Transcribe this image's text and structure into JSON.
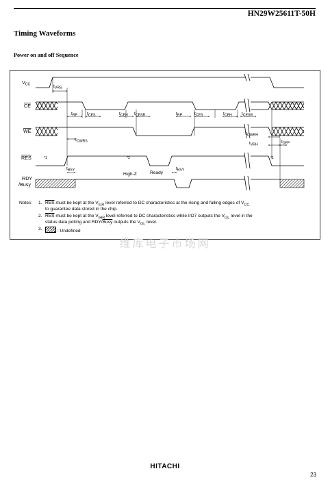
{
  "header": {
    "doc_id": "HN29W25611T-50H"
  },
  "section_title": "Timing Waveforms",
  "subsection_title": "Power on and off Sequence",
  "diagram": {
    "signals": {
      "vcc": "V",
      "vcc_sub": "CC",
      "ce": "CE",
      "we": "WE",
      "res": "RES",
      "rdy_line1": "RDY",
      "rdy_line2": "/Busy"
    },
    "timings": {
      "t_vrs_sub": "VRS",
      "t_rp_1_sub": "RP",
      "t_ces_1_sub": "CES",
      "t_ceh_1_sub": "CEH",
      "t_cesr_1_sub": "CESR",
      "t_rp_2_sub": "RP",
      "t_ces_2_sub": "CES",
      "t_ceh_2_sub": "CEH",
      "t_cesr_2_sub": "CESR",
      "t_cwrs_sub": "CWRS",
      "t_cwrh_sub": "CWRH",
      "t_vrh_sub": "VRH",
      "t_dfp_sub": "DFP",
      "t_bsy_1_sub": "BSY",
      "t_bsy_2_sub": "BSY",
      "t": "t"
    },
    "labels": {
      "note1_a": "*1",
      "note2": "*2",
      "note1_b": "*1",
      "high_z": "High-Z",
      "ready": "Ready"
    }
  },
  "notes": {
    "heading": "Notes:",
    "n1_num": "1.",
    "n1_a": "RES",
    "n1_b": " must be kept at the V",
    "n1_sub1": "ILR",
    "n1_c": " level referred to DC characteristics at the rising and falling edges of  V",
    "n1_sub2": "CC",
    "n1_line2": "to guarantee data stored in the chip.",
    "n2_num": "2.",
    "n2_a": "RES",
    "n2_b": " must be kept at the V",
    "n2_sub1": "IHR",
    "n2_c": " level referred to DC characteristics while I/O7 outputs the V",
    "n2_sub2": "OL",
    "n2_d": " level in the",
    "n2_line2a": "status data polling and RDY/",
    "n2_line2b": "Busy",
    "n2_line2c": " outputs the V",
    "n2_sub3": "OL",
    "n2_line2d": " level.",
    "n3_num": "3.",
    "n3_text": " : Undefined"
  },
  "watermark": "维库电子市场网",
  "footer": {
    "logo": "HITACHI",
    "page_number": "23"
  }
}
